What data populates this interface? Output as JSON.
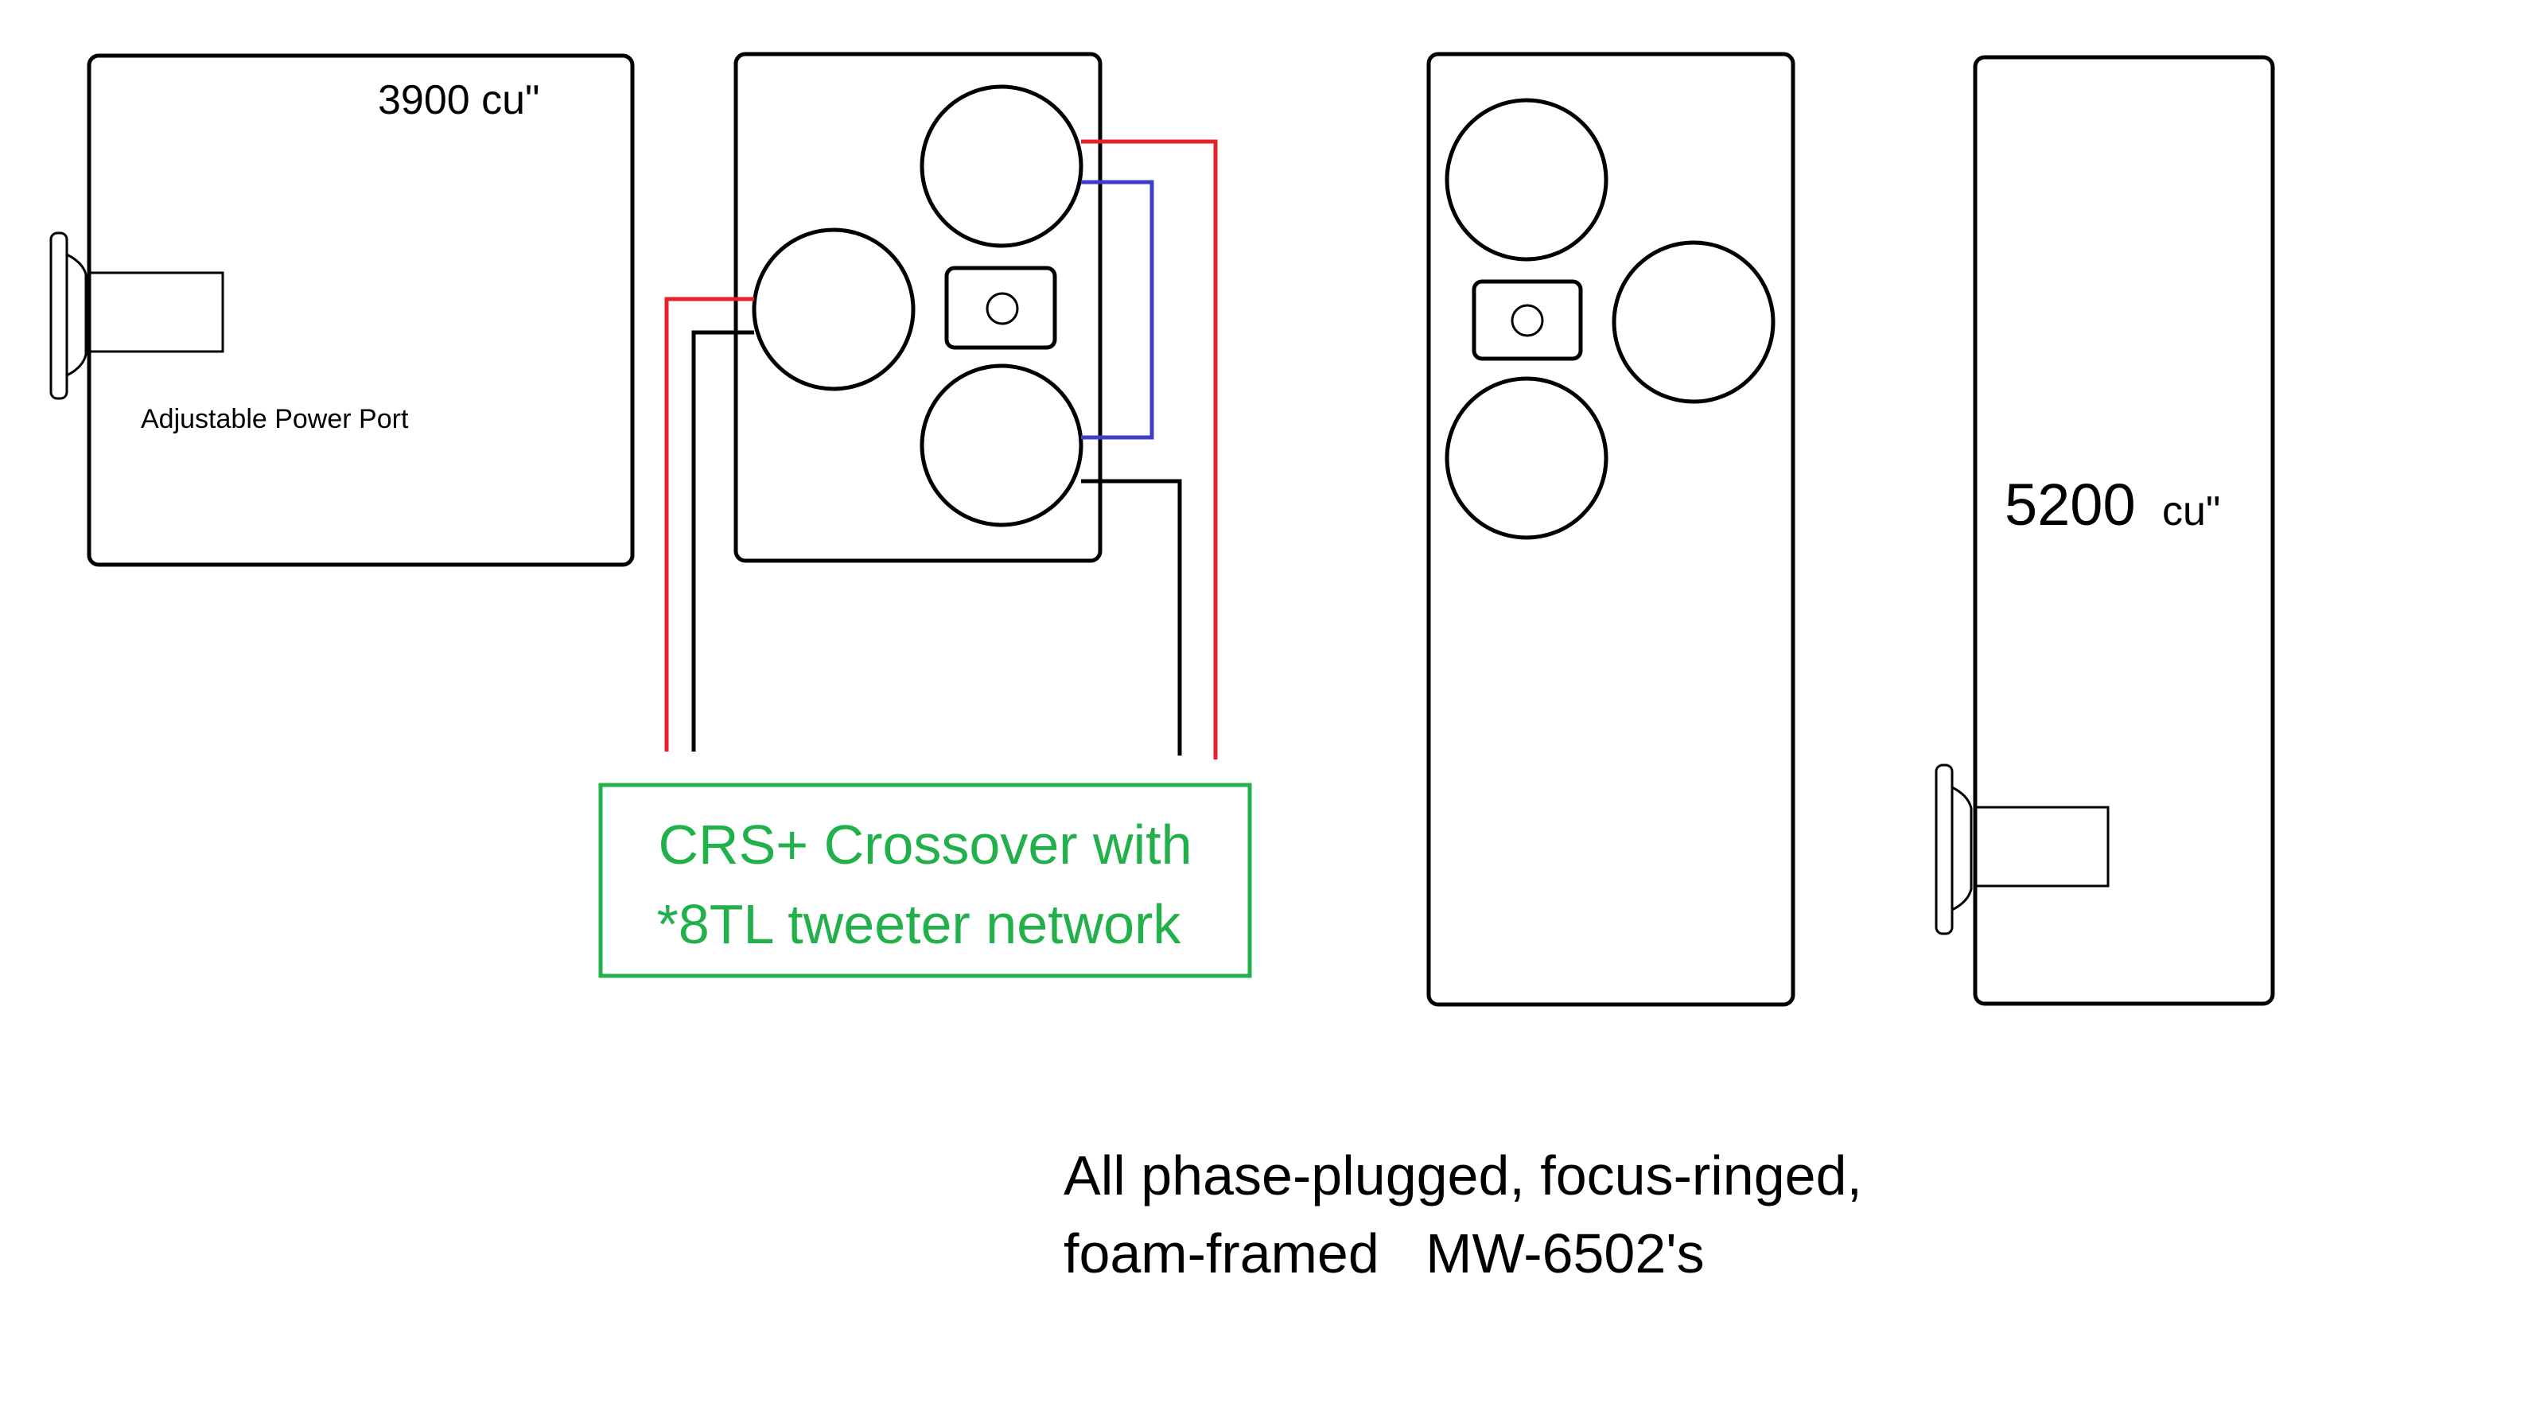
{
  "labels": {
    "volume_left": "3900 cu\"",
    "port_label": "Adjustable Power Port",
    "volume_right_number": "5200",
    "volume_right_unit": "cu\"",
    "crossover_line1": "CRS+ Crossover with",
    "crossover_line2": "*8TL tweeter network",
    "note_line1": "All phase-plugged, focus-ringed,",
    "note_line2": "foam-framed   MW-6502's"
  },
  "colors": {
    "line": "#000000",
    "wire_positive": "#e8202a",
    "wire_link": "#3d3fc9",
    "wire_negative": "#000000",
    "crossover": "#22b04b"
  }
}
